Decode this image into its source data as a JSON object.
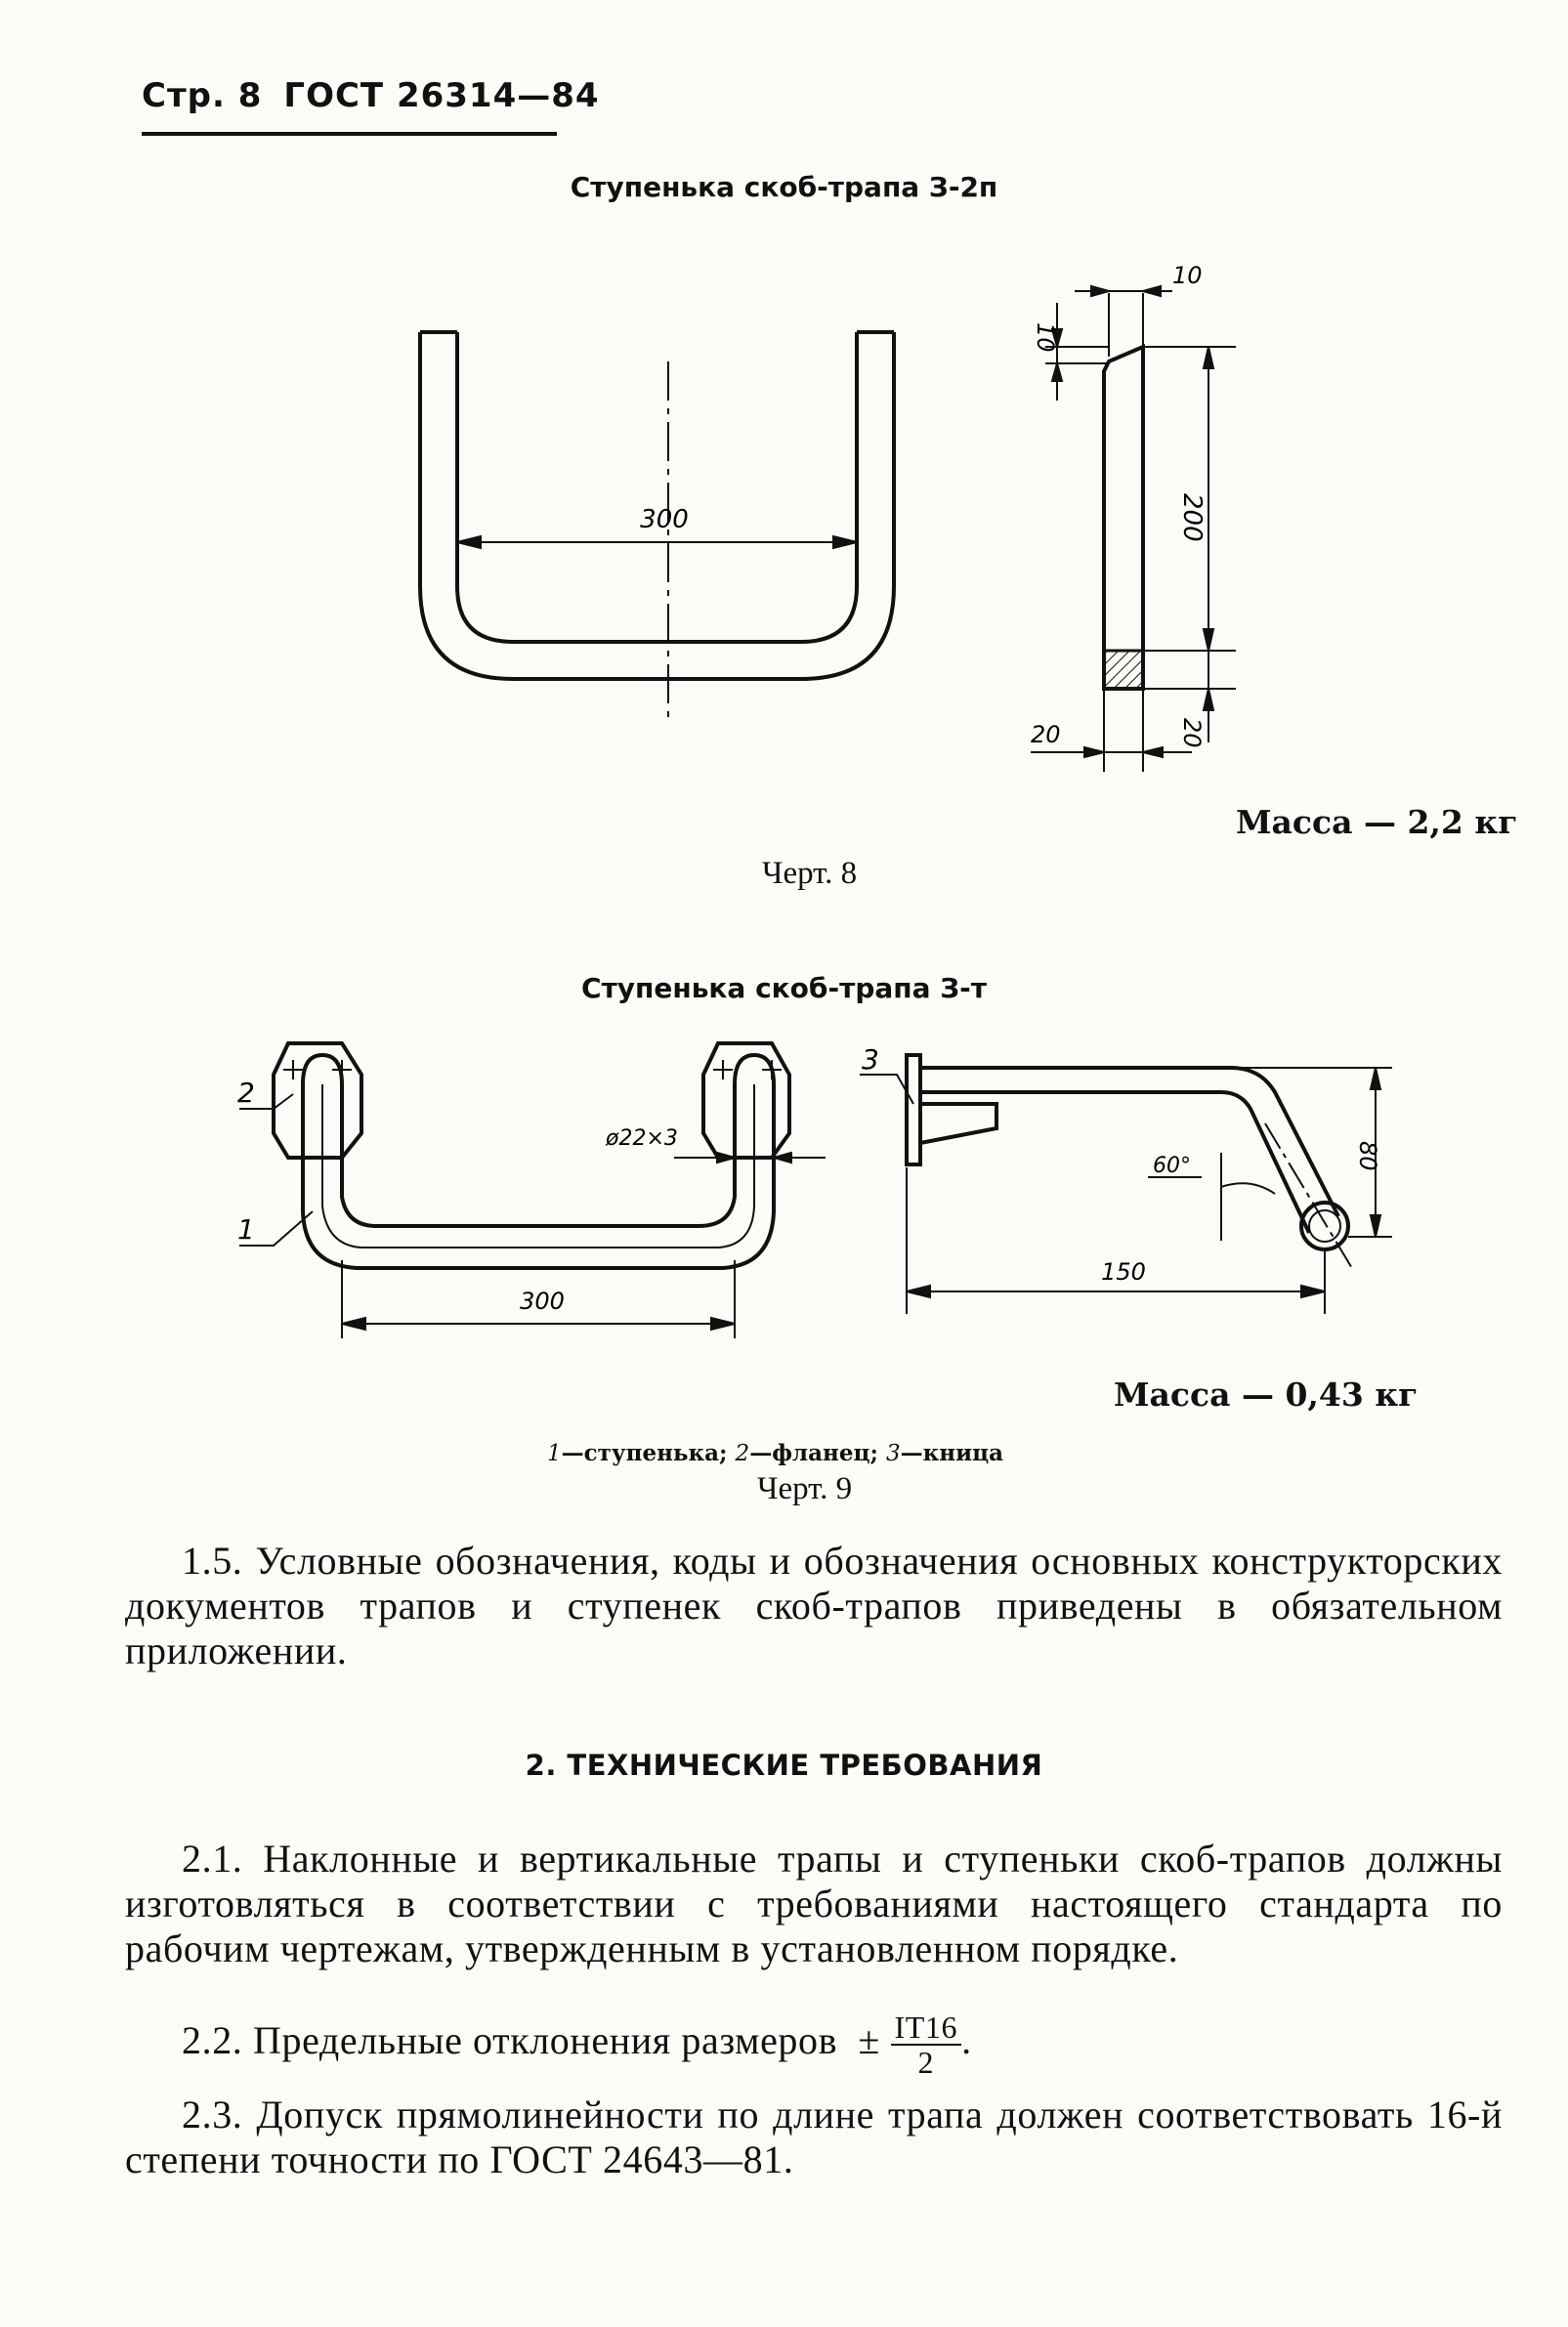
{
  "header": {
    "page": "Стр. 8",
    "standard": "ГОСТ 26314—84"
  },
  "figure8": {
    "title": "Ступенька скоб-трапа З-2п",
    "dims": {
      "width": "300",
      "top": "10",
      "side_top": "10",
      "height": "200",
      "bottom_w": "20",
      "bottom_h": "20"
    },
    "mass": "Масса — 2,2 кг",
    "caption": "Черт. 8"
  },
  "figure9": {
    "title": "Ступенька скоб-трапа З-т",
    "dims": {
      "width": "300",
      "pipe": "ø22×3",
      "length": "150",
      "height": "80",
      "angle": "60°"
    },
    "labels": {
      "l1": "1",
      "l2": "2",
      "l3": "3"
    },
    "mass": "Масса — 0,43 кг",
    "legend": {
      "n1": "1",
      "t1": "—ступенька; ",
      "n2": "2",
      "t2": "—фланец; ",
      "n3": "3",
      "t3": "—кница"
    },
    "caption": "Черт. 9"
  },
  "body": {
    "p1_5": "1.5. Условные обозначения, коды и обозначения основных конструкторских документов трапов и ступенек скоб-трапов приведены в обязательном приложении.",
    "section2_title": "2. ТЕХНИЧЕСКИЕ ТРЕБОВАНИЯ",
    "p2_1": "2.1. Наклонные и вертикальные трапы и ступеньки скоб-трапов должны изготовляться в соответствии с требованиями настоящего стандарта по рабочим чертежам, утвержденным в установленном порядке.",
    "p2_2": "2.2. Предельные отклонения размеров",
    "p2_2_pm": "±",
    "p2_2_num": "IT16",
    "p2_2_den": "2",
    "p2_2_end": ".",
    "p2_3": "2.3. Допуск прямолинейности по длине трапа должен соответствовать 16-й степени точности по ГОСТ 24643—81."
  }
}
